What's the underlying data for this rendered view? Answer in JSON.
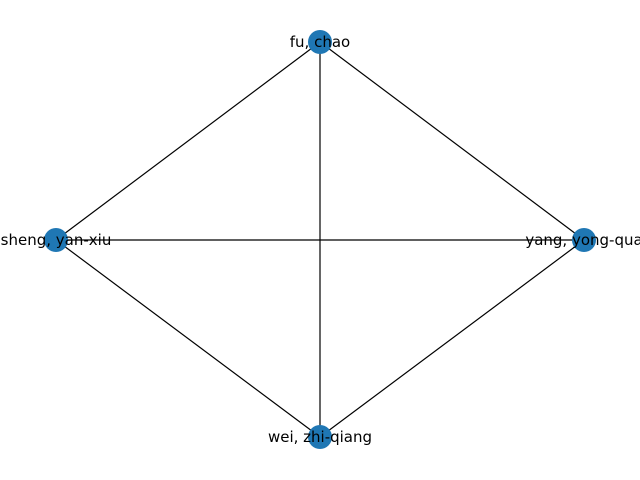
{
  "graph": {
    "node_color": "#1f77b4",
    "edge_color": "#000000",
    "nodes": [
      {
        "id": "top",
        "label": "fu, chao"
      },
      {
        "id": "left",
        "label": "sheng, yan-xiu"
      },
      {
        "id": "right",
        "label": "yang, yong-qua"
      },
      {
        "id": "bottom",
        "label": "wei, zhi-qiang"
      }
    ],
    "edges": [
      {
        "from": "top",
        "to": "left"
      },
      {
        "from": "top",
        "to": "right"
      },
      {
        "from": "top",
        "to": "bottom"
      },
      {
        "from": "left",
        "to": "right"
      },
      {
        "from": "left",
        "to": "bottom"
      },
      {
        "from": "right",
        "to": "bottom"
      }
    ]
  }
}
